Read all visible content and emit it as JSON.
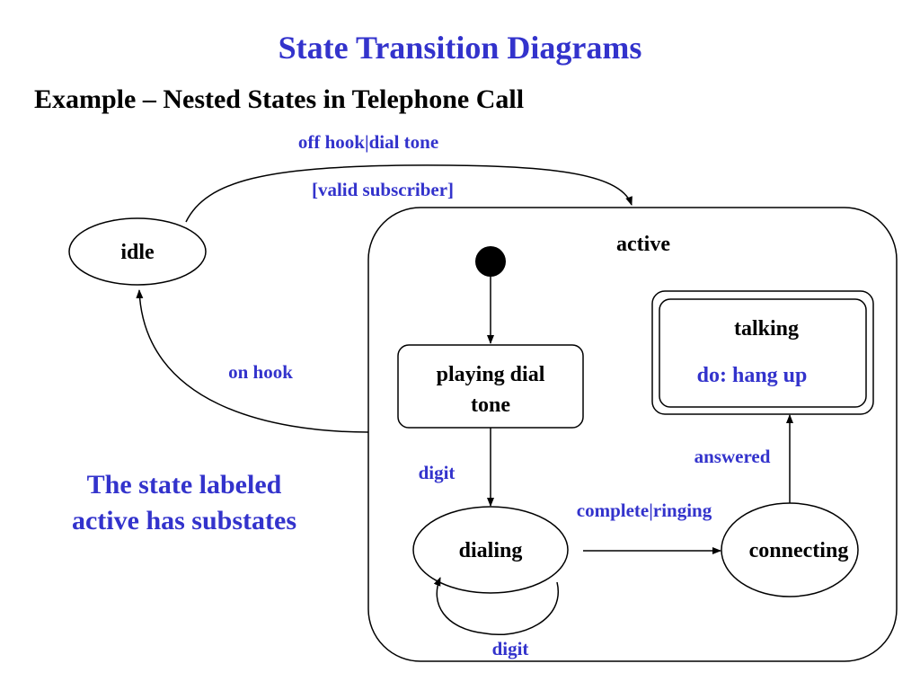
{
  "title": "State Transition Diagrams",
  "subtitle": "Example – Nested States in Telephone Call",
  "note_lines": [
    "The state labeled",
    "active has substates"
  ],
  "states": {
    "idle": "idle",
    "active": "active",
    "playing_dial_tone_line1": "playing dial",
    "playing_dial_tone_line2": "tone",
    "dialing": "dialing",
    "connecting": "connecting",
    "talking": "talking",
    "talking_activity": "do:  hang up"
  },
  "transitions": {
    "off_hook": "off hook|dial tone",
    "valid_subscriber": "[valid subscriber]",
    "on_hook": "on hook",
    "digit_1": "digit",
    "digit_2": "digit",
    "complete_ringing": "complete|ringing",
    "answered": "answered"
  },
  "colors": {
    "accent": "#3333cc",
    "text": "#000000",
    "line": "#000000"
  }
}
